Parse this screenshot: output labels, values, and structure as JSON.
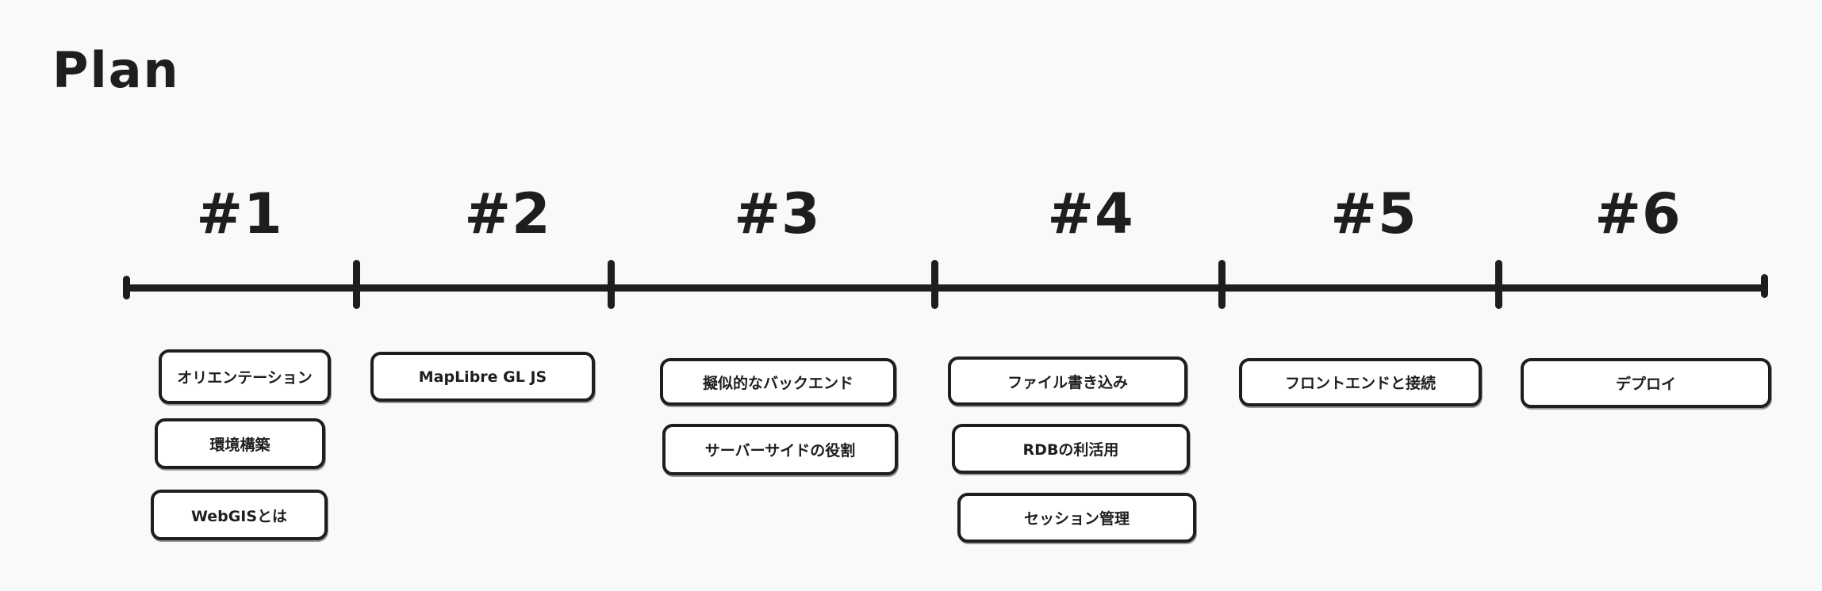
{
  "title": "Plan",
  "colors": {
    "background": "#f8f9fa",
    "stroke": "#1e1e1e",
    "box_fill": "#ffffff"
  },
  "timeline": {
    "sections": [
      {
        "label": "#1",
        "items": [
          "オリエンテーション",
          "環境構築",
          "WebGISとは"
        ]
      },
      {
        "label": "#2",
        "items": [
          "MapLibre GL JS"
        ]
      },
      {
        "label": "#3",
        "items": [
          "擬似的なバックエンド",
          "サーバーサイドの役割"
        ]
      },
      {
        "label": "#4",
        "items": [
          "ファイル書き込み",
          "RDBの利活用",
          "セッション管理"
        ]
      },
      {
        "label": "#5",
        "items": [
          "フロントエンドと接続"
        ]
      },
      {
        "label": "#6",
        "items": [
          "デプロイ"
        ]
      }
    ]
  }
}
